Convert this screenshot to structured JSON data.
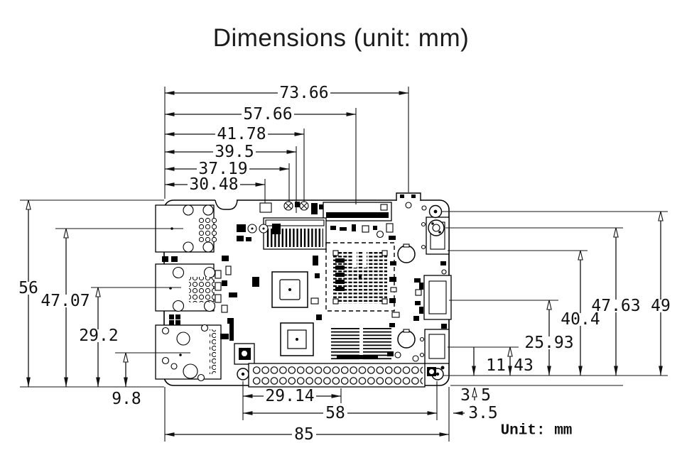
{
  "colors": {
    "ink": "#111111",
    "background": "#ffffff"
  },
  "title": "Dimensions (unit: mm)",
  "unit_note": "Unit: mm",
  "dimensions": {
    "top": [
      "73.66",
      "57.66",
      "41.78",
      "39.5",
      "37.19",
      "30.48"
    ],
    "left": [
      "56",
      "47.07",
      "29.2",
      "9.8"
    ],
    "right": [
      "49",
      "47.63",
      "40.4",
      "25.93"
    ],
    "right_gap": [
      "11",
      "43"
    ],
    "bottom": [
      "29.14",
      "58",
      "85"
    ],
    "corner_vertical_parts": [
      "3",
      "5"
    ],
    "corner_horizontal": "3.5"
  }
}
